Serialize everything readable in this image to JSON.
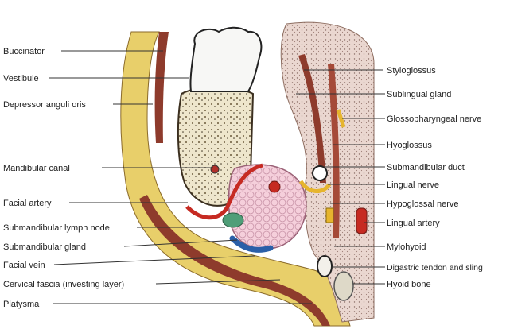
{
  "labels_left": [
    {
      "id": "buccinator",
      "text": "Buccinator"
    },
    {
      "id": "vestibule",
      "text": "Vestibule"
    },
    {
      "id": "depressor-anguli-oris",
      "text": "Depressor anguli oris"
    },
    {
      "id": "mandibular-canal",
      "text": "Mandibular canal"
    },
    {
      "id": "facial-artery",
      "text": "Facial artery"
    },
    {
      "id": "submandibular-lymph-node",
      "text": "Submandibular lymph node"
    },
    {
      "id": "submandibular-gland",
      "text": "Submandibular gland"
    },
    {
      "id": "facial-vein",
      "text": "Facial vein"
    },
    {
      "id": "cervical-fascia",
      "text": "Cervical fascia (investing layer)"
    },
    {
      "id": "platysma",
      "text": "Platysma"
    }
  ],
  "labels_right": [
    {
      "id": "styloglossus",
      "text": "Styloglossus"
    },
    {
      "id": "sublingual-gland",
      "text": "Sublingual gland"
    },
    {
      "id": "glossopharyngeal-nerve",
      "text": "Glossopharyngeal nerve"
    },
    {
      "id": "hyoglossus",
      "text": "Hyoglossus"
    },
    {
      "id": "submandibular-duct",
      "text": "Submandibular duct"
    },
    {
      "id": "lingual-nerve",
      "text": "Lingual nerve"
    },
    {
      "id": "hypoglossal-nerve",
      "text": "Hypoglossal nerve"
    },
    {
      "id": "lingual-artery",
      "text": "Lingual artery"
    },
    {
      "id": "mylohyoid",
      "text": "Mylohyoid"
    },
    {
      "id": "digastric-tendon-sling",
      "text": "Digastric tendon and sling"
    },
    {
      "id": "hyoid-bone",
      "text": "Hyoid bone"
    }
  ],
  "colors": {
    "bone": "#f2ead2",
    "fascia_yellow": "#e8cf6a",
    "muscle_red": "#8e3b2c",
    "tongue_pink": "#ecd6cf",
    "gland_pink": "#f3c9d6",
    "artery_red": "#c62a22",
    "vein_blue": "#2b5fa8",
    "node_green": "#4f9e78",
    "nerve_yellow": "#e6b52e",
    "leader_line": "#333333"
  }
}
